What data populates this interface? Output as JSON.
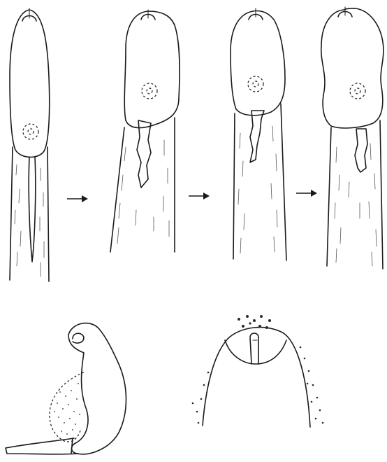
{
  "figure": {
    "stages": [
      {
        "id": "stage-1"
      },
      {
        "id": "stage-2"
      },
      {
        "id": "stage-3"
      },
      {
        "id": "stage-4"
      }
    ],
    "arrows": [
      {
        "id": "arrow-1"
      },
      {
        "id": "arrow-2"
      },
      {
        "id": "arrow-3"
      }
    ],
    "details": [
      {
        "id": "detail-curved-cell"
      },
      {
        "id": "detail-apex"
      }
    ],
    "colors": {
      "ink": "#1a1a1a",
      "background": "#ffffff"
    }
  }
}
